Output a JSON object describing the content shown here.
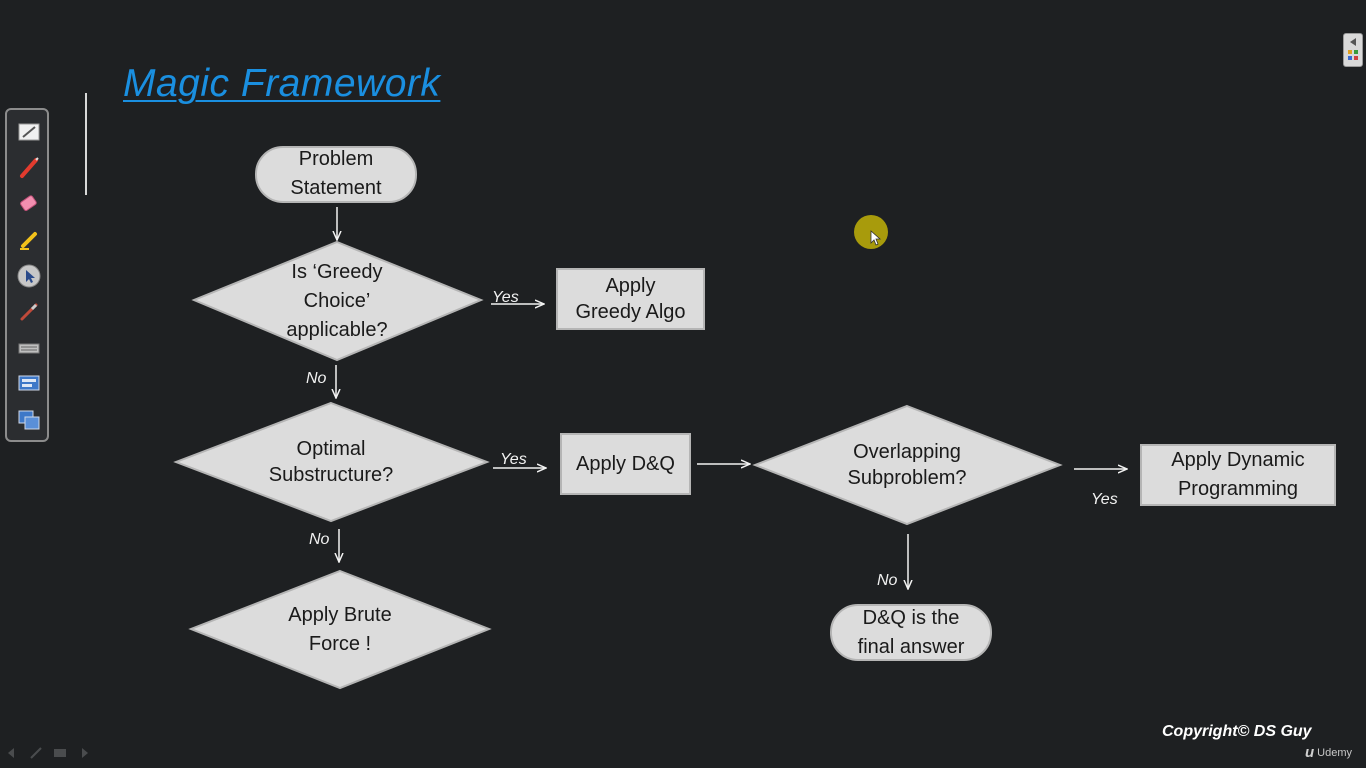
{
  "slide": {
    "title": "Magic Framework"
  },
  "toolbar": {
    "tools": [
      "slide-sorter-icon",
      "pen-icon",
      "eraser-icon",
      "highlighter-icon",
      "pointer-icon",
      "brush-icon",
      "keyboard-icon",
      "screen-icon",
      "window-switch-icon"
    ]
  },
  "flowchart": {
    "nodes": {
      "problem": "Problem\nStatement",
      "greedy_q": "Is ‘Greedy\nChoice’\napplicable?",
      "greedy_a": "Apply\nGreedy Algo",
      "optimal_q": "Optimal\nSubstructure?",
      "dq_a": "Apply D&Q",
      "overlap_q": "Overlapping\nSubproblem?",
      "dp_a": "Apply Dynamic\nProgramming",
      "brute_a": "Apply Brute\nForce !",
      "dq_final": "D&Q is the\nfinal answer"
    },
    "edges": {
      "greedy_yes": "Yes",
      "greedy_no": "No",
      "optimal_yes": "Yes",
      "optimal_no": "No",
      "overlap_yes": "Yes",
      "overlap_no": "No"
    }
  },
  "footer": {
    "copyright": "Copyright© DS Guy",
    "brand": "Udemy"
  },
  "colors": {
    "background": "#1e2022",
    "shape_fill": "#dcdcdc",
    "shape_stroke": "#b5b5b5",
    "title": "#1a8fe0",
    "pointer": "#a89b0c"
  }
}
